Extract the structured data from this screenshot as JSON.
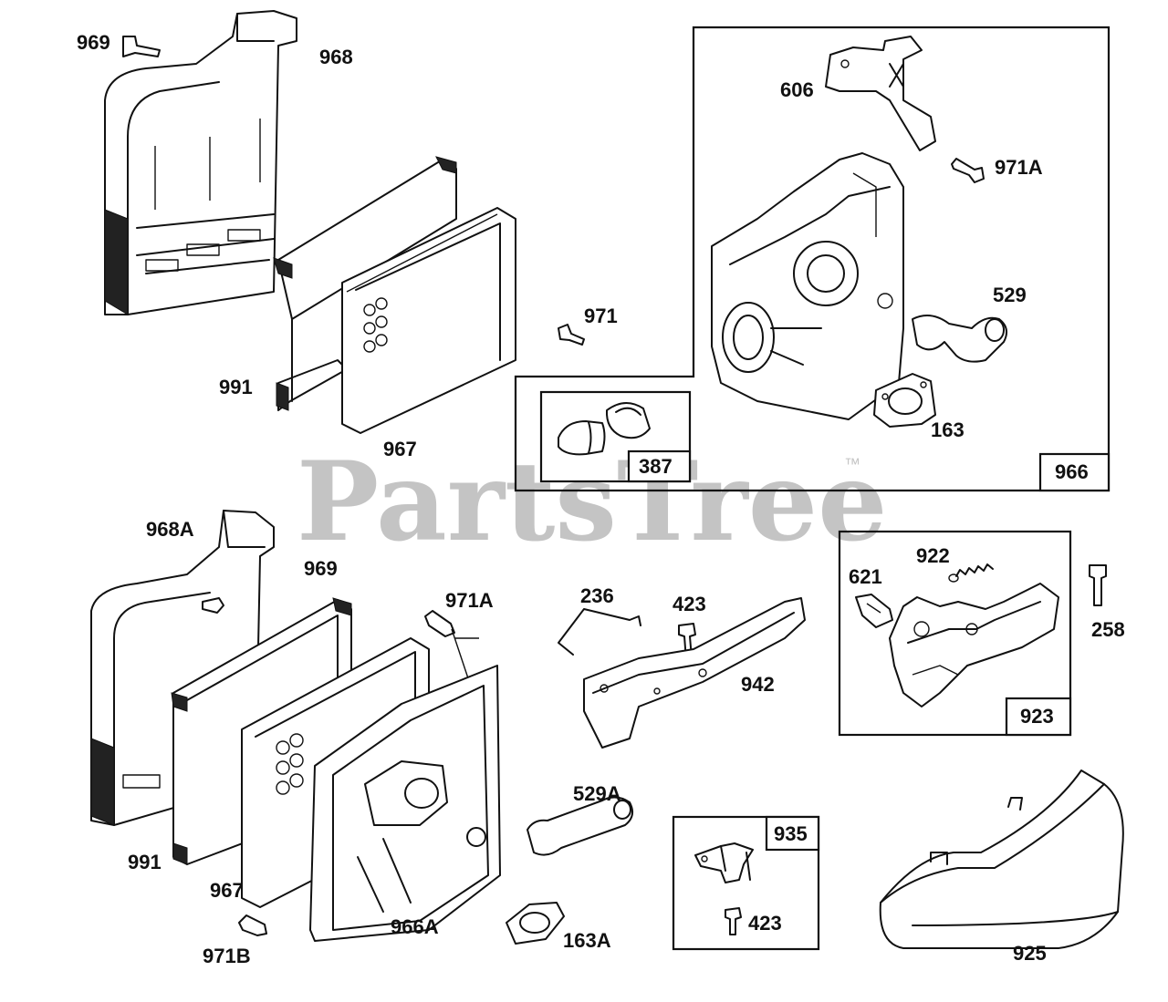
{
  "watermark": {
    "text": "PartsTree",
    "trademark": "™"
  },
  "callouts": [
    {
      "id": "969",
      "label": "969"
    },
    {
      "id": "968",
      "label": "968"
    },
    {
      "id": "991",
      "label": "991"
    },
    {
      "id": "967",
      "label": "967"
    },
    {
      "id": "971",
      "label": "971"
    },
    {
      "id": "606",
      "label": "606"
    },
    {
      "id": "971A",
      "label": "971A"
    },
    {
      "id": "529",
      "label": "529"
    },
    {
      "id": "163",
      "label": "163"
    },
    {
      "id": "968A",
      "label": "968A"
    },
    {
      "id": "969b",
      "label": "969"
    },
    {
      "id": "971A_b",
      "label": "971A"
    },
    {
      "id": "991b",
      "label": "991"
    },
    {
      "id": "967b",
      "label": "967"
    },
    {
      "id": "971B",
      "label": "971B"
    },
    {
      "id": "966A",
      "label": "966A"
    },
    {
      "id": "529A",
      "label": "529A"
    },
    {
      "id": "163A",
      "label": "163A"
    },
    {
      "id": "236",
      "label": "236"
    },
    {
      "id": "423",
      "label": "423"
    },
    {
      "id": "942",
      "label": "942"
    },
    {
      "id": "621",
      "label": "621"
    },
    {
      "id": "922",
      "label": "922"
    },
    {
      "id": "258",
      "label": "258"
    },
    {
      "id": "423b",
      "label": "423"
    },
    {
      "id": "925",
      "label": "925"
    }
  ],
  "kit_tags": [
    {
      "id": "387",
      "label": "387"
    },
    {
      "id": "966",
      "label": "966"
    },
    {
      "id": "923",
      "label": "923"
    },
    {
      "id": "935",
      "label": "935"
    }
  ]
}
